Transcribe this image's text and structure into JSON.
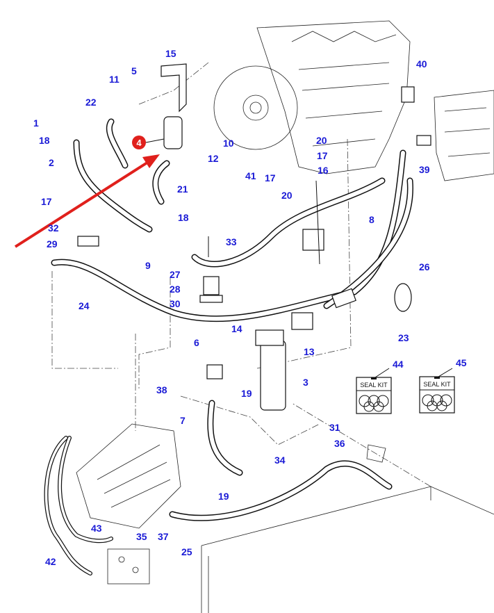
{
  "callouts": [
    "15",
    "5",
    "11",
    "22",
    "1",
    "18",
    "10",
    "12",
    "2",
    "21",
    "40",
    "20",
    "17",
    "16",
    "39",
    "41",
    "17",
    "20",
    "8",
    "17",
    "32",
    "18",
    "29",
    "9",
    "33",
    "26",
    "27",
    "28",
    "30",
    "24",
    "14",
    "23",
    "13",
    "6",
    "44",
    "45",
    "3",
    "38",
    "19",
    "7",
    "31",
    "36",
    "34",
    "19",
    "43",
    "35",
    "37",
    "25",
    "42"
  ],
  "highlight": {
    "number": "4",
    "color": "#e0201c"
  },
  "seal_kits": [
    {
      "label": "SEAL KIT"
    },
    {
      "label": "SEAL KIT"
    }
  ],
  "colors": {
    "callout": "#1a1ad6",
    "arrow": "#e0201c"
  }
}
